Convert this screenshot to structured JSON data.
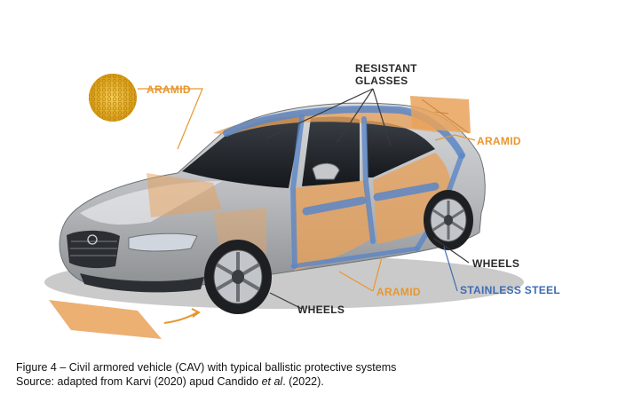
{
  "labels": {
    "aramid_top_left": "ARAMID",
    "resistant_glasses": [
      "RESISTANT",
      "GLASSES"
    ],
    "aramid_right": "ARAMID",
    "wheels_right": "WHEELS",
    "stainless_steel": "STAINLESS STEEL",
    "aramid_bottom": "ARAMID",
    "wheels_front": "WHEELS"
  },
  "caption": {
    "line1": "Figure 4 – Civil armored vehicle (CAV) with typical ballistic protective systems",
    "line2_prefix": "Source: adapted from Karvi (2020) apud Candido ",
    "line2_italic": "et al",
    "line2_suffix": ". (2022)."
  },
  "colors": {
    "aramid": "#e8962f",
    "aramid_fill": "#e9a25b",
    "steel": "#5b86c7",
    "label_dark": "#2a2a2a",
    "label_blue": "#3f6bb3"
  }
}
